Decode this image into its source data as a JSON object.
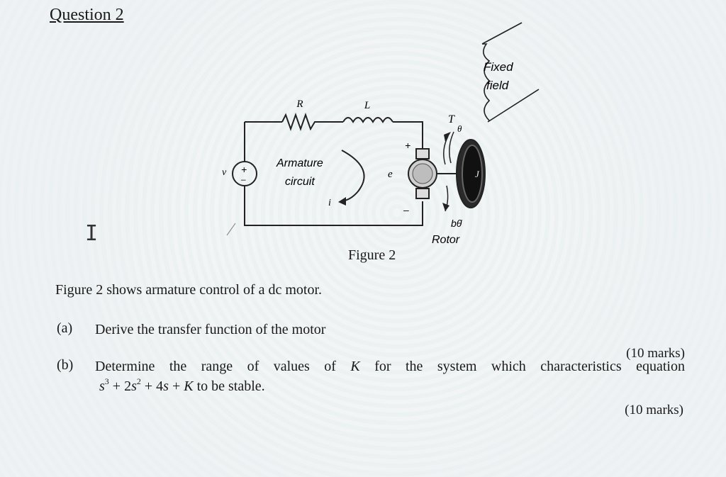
{
  "question": {
    "title": "Question 2"
  },
  "figure": {
    "caption": "Figure 2",
    "labels": {
      "resistor": "R",
      "inductor": "L",
      "voltage": "v",
      "armature_line1": "Armature",
      "armature_line2": "circuit",
      "current": "i",
      "emf": "e",
      "plus": "+",
      "minus": "–",
      "torque": "T",
      "theta": "θ",
      "inertia": "J",
      "damping": "bθ̇",
      "rotor": "Rotor",
      "fixed_field_line1": "Fixed",
      "fixed_field_line2": "field"
    }
  },
  "intro_text": "Figure 2 shows armature control of a dc motor.",
  "parts": {
    "a": {
      "label": "(a)",
      "text": "Derive the transfer function of the motor",
      "marks": "(10 marks)"
    },
    "b": {
      "label": "(b)",
      "words": [
        "Determine",
        "the",
        "range",
        "of",
        "values",
        "of",
        "K",
        "for",
        "the",
        "system",
        "which",
        "characteristics",
        "equation"
      ],
      "eq_s": "s",
      "eq_exp3": "3",
      "eq_mid1": " + 2",
      "eq_s2": "s",
      "eq_exp2": "2",
      "eq_mid2": " + 4",
      "eq_s3": "s",
      "eq_plus": " + ",
      "eq_K": "K",
      "eq_tail": "  to be stable.",
      "marks": "(10 marks)"
    }
  }
}
